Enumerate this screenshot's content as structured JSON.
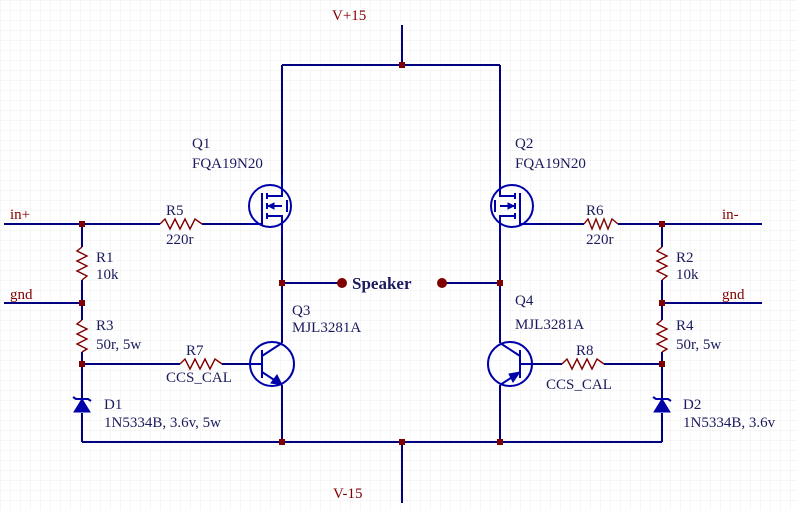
{
  "nets": {
    "vplus": "V+15",
    "vminus": "V-15",
    "in_plus": "in+",
    "in_minus": "in-",
    "gnd_left": "gnd",
    "gnd_right": "gnd",
    "speaker": "Speaker"
  },
  "components": {
    "q1": {
      "ref": "Q1",
      "part": "FQA19N20"
    },
    "q2": {
      "ref": "Q2",
      "part": "FQA19N20"
    },
    "q3": {
      "ref": "Q3",
      "part": "MJL3281A"
    },
    "q4": {
      "ref": "Q4",
      "part": "MJL3281A"
    },
    "r1": {
      "ref": "R1",
      "value": "10k"
    },
    "r2": {
      "ref": "R2",
      "value": "10k"
    },
    "r3": {
      "ref": "R3",
      "value": "50r, 5w"
    },
    "r4": {
      "ref": "R4",
      "value": "50r, 5w"
    },
    "r5": {
      "ref": "R5",
      "value": "220r"
    },
    "r6": {
      "ref": "R6",
      "value": "220r"
    },
    "r7": {
      "ref": "R7",
      "value": "CCS_CAL"
    },
    "r8": {
      "ref": "R8",
      "value": "CCS_CAL"
    },
    "d1": {
      "ref": "D1",
      "value": "1N5334B, 3.6v, 5w"
    },
    "d2": {
      "ref": "D2",
      "value": "1N5334B, 3.6v"
    }
  },
  "colors": {
    "wire": "#000080",
    "component": "#800000",
    "transistor": "#0000aa",
    "label": "#1a1a5e"
  }
}
